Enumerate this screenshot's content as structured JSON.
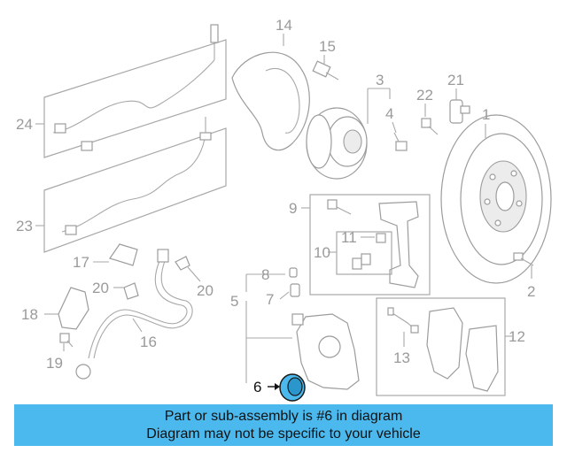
{
  "callouts": {
    "c1": "1",
    "c2": "2",
    "c3": "3",
    "c4": "4",
    "c5": "5",
    "c6": "6",
    "c7": "7",
    "c8": "8",
    "c9": "9",
    "c10": "10",
    "c11": "11",
    "c12": "12",
    "c13": "13",
    "c14": "14",
    "c15": "15",
    "c16": "16",
    "c17": "17",
    "c18": "18",
    "c19": "19",
    "c20a": "20",
    "c20b": "20",
    "c21": "21",
    "c22": "22",
    "c23": "23",
    "c24": "24"
  },
  "highlighted_part": "6",
  "colors": {
    "highlight": "#4cb9ee",
    "banner_bg": "#4cb9ee",
    "line": "#a8a8a8"
  },
  "banner": {
    "line1": "Part or sub-assembly is #6 in diagram",
    "line2": "Diagram may not be specific to your vehicle"
  }
}
